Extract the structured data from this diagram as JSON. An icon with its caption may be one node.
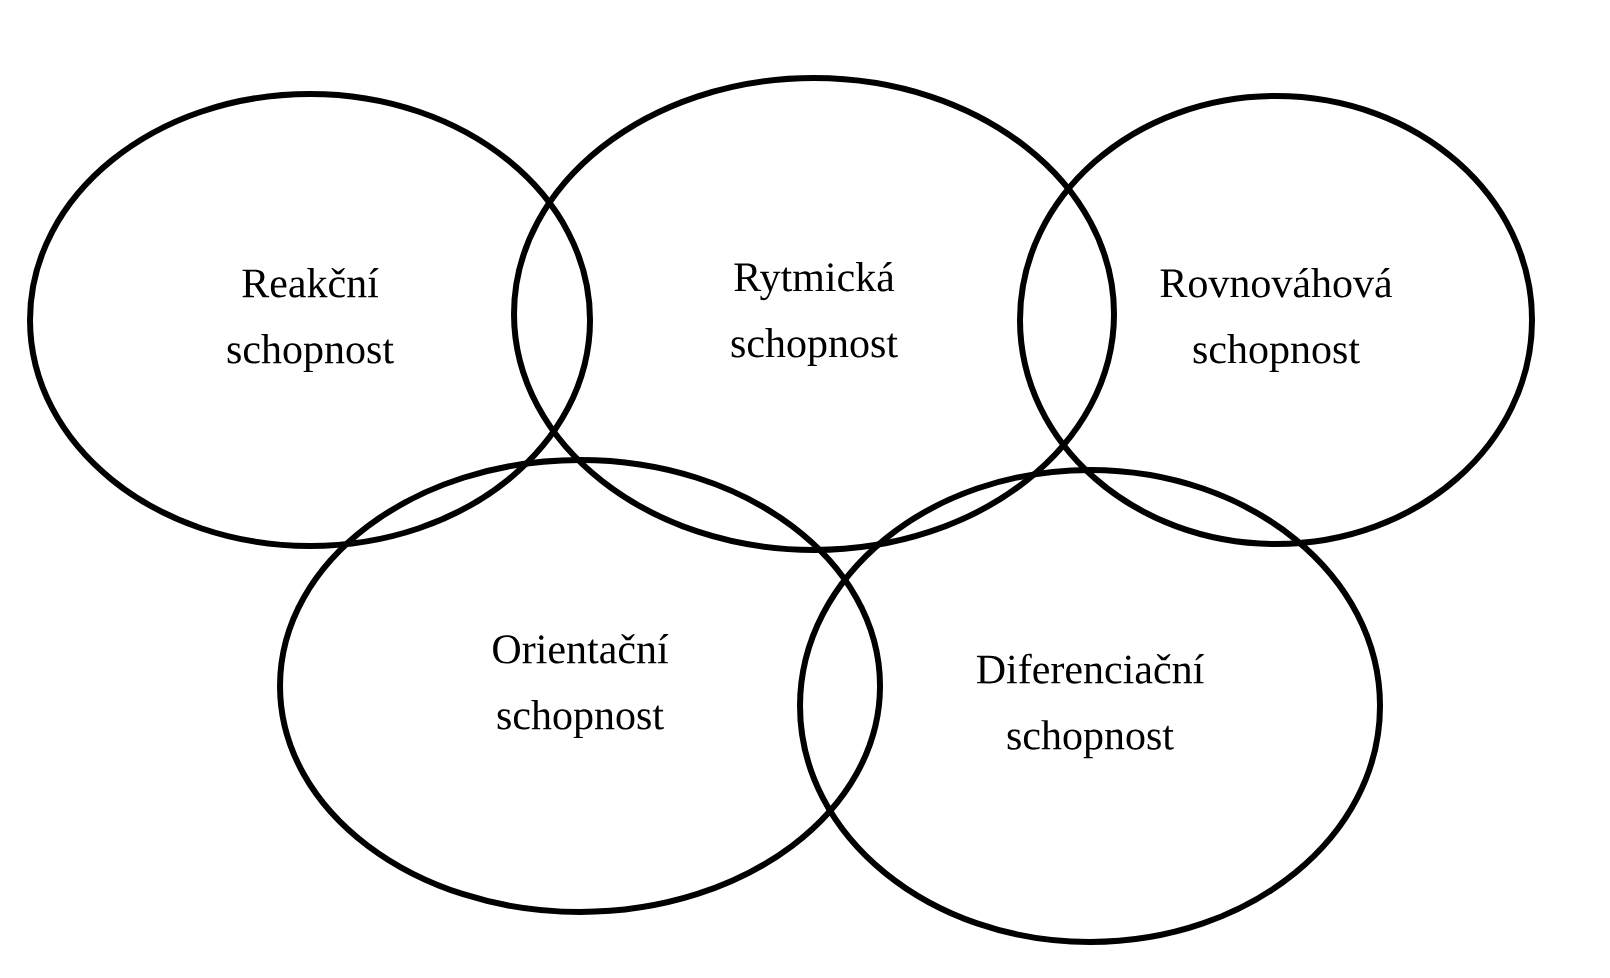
{
  "diagram": {
    "nodes": [
      {
        "text": [
          "Reakční schopnost"
        ]
      },
      {
        "text": [
          "Rytmická schopnost"
        ]
      },
      {
        "text": [
          "Rovnováhová schopnost"
        ]
      },
      {
        "text": [
          "Orientační schopnost"
        ]
      },
      {
        "text": [
          "Diferenciační schopnost"
        ]
      }
    ]
  }
}
